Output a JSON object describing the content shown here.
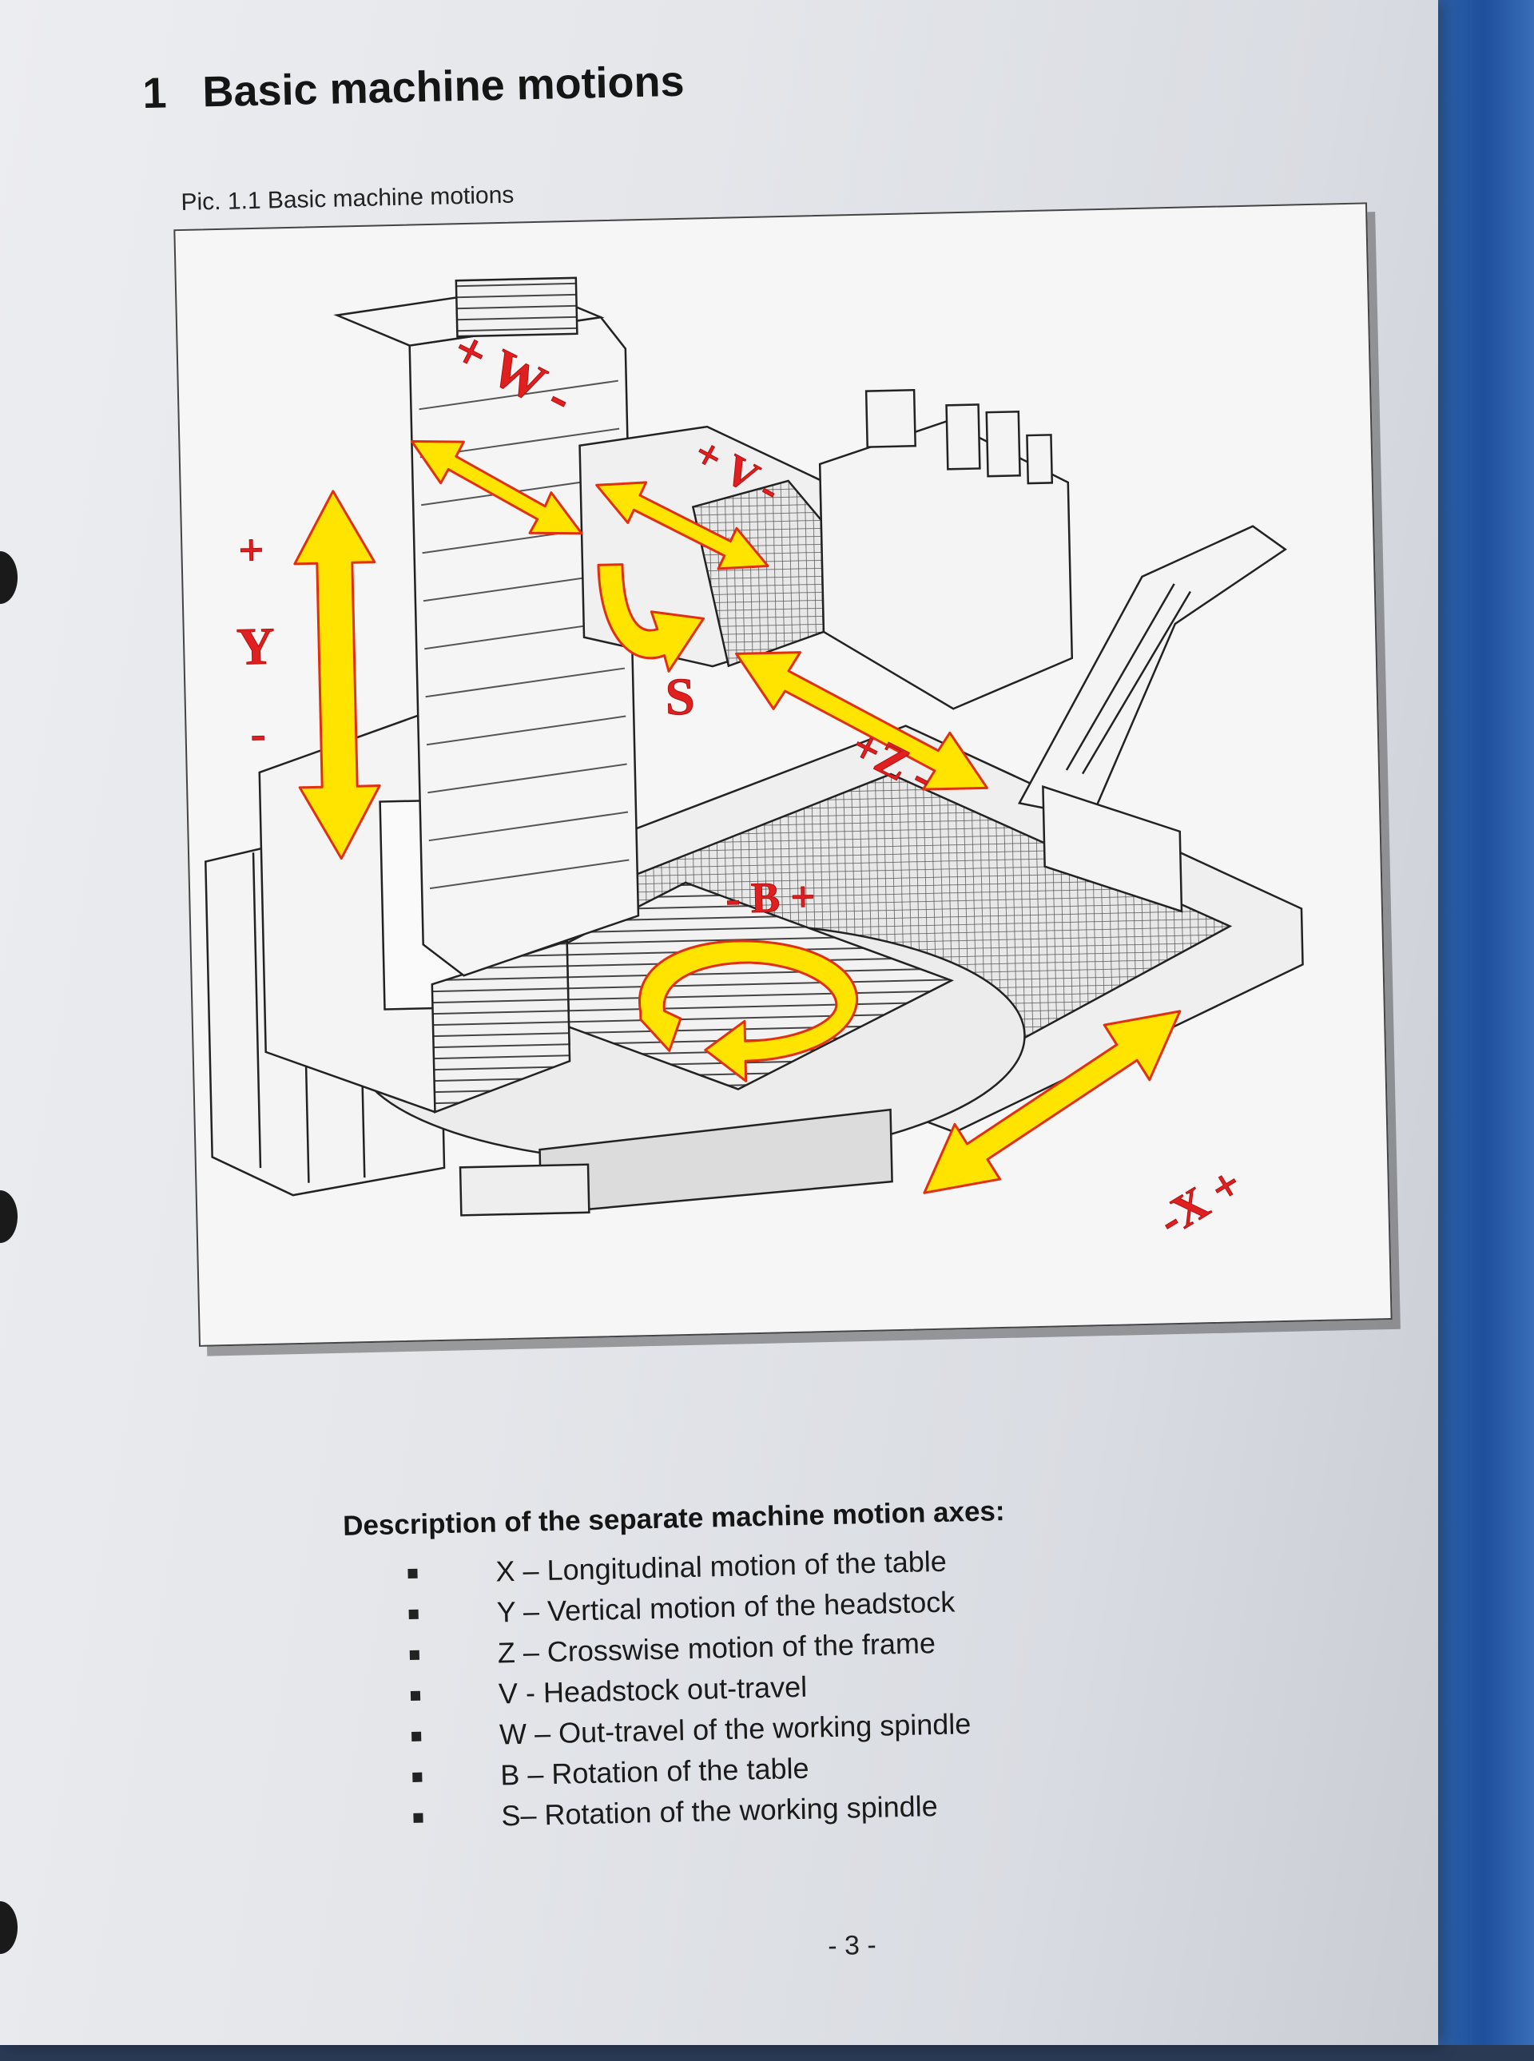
{
  "section": {
    "number": "1",
    "title": "Basic machine motions"
  },
  "figure": {
    "caption": "Pic. 1.1 Basic machine motions",
    "axis_labels": {
      "w": "+ W -",
      "v": "+ V -",
      "y_plus": "+",
      "y": "Y",
      "y_minus": "-",
      "s": "S",
      "z": "+Z -",
      "b": "- B +",
      "x": "-X +"
    },
    "colors": {
      "arrow_fill": "#ffe400",
      "arrow_outline": "#e03010",
      "label_red": "#e02020"
    }
  },
  "description": {
    "title": "Description of the separate machine motion axes:",
    "items": [
      "X – Longitudinal motion of the table",
      "Y – Vertical motion of the headstock",
      "Z – Crosswise motion of the frame",
      "V - Headstock out-travel",
      "W – Out-travel of the working spindle",
      "B – Rotation of the table",
      "S– Rotation of the working spindle"
    ]
  },
  "page_number": "- 3 -"
}
